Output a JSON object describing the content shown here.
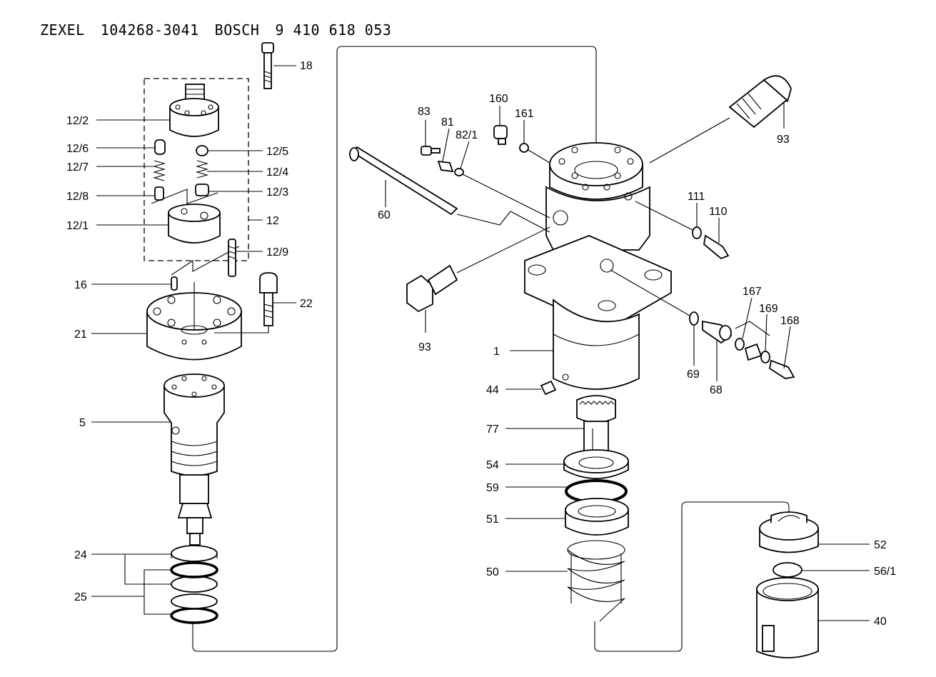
{
  "header": {
    "brand": "ZEXEL",
    "zexel_number": "104268-3041",
    "oem": "BOSCH",
    "oem_number": "9 410 618 053"
  },
  "callouts": {
    "c18": "18",
    "c12_2": "12/2",
    "c12_6": "12/6",
    "c12_7": "12/7",
    "c12_8": "12/8",
    "c12_5": "12/5",
    "c12_4": "12/4",
    "c12_3": "12/3",
    "c12_1": "12/1",
    "c12": "12",
    "c12_9": "12/9",
    "c16": "16",
    "c22": "22",
    "c21": "21",
    "c5": "5",
    "c24": "24",
    "c25": "25",
    "c83": "83",
    "c81": "81",
    "c82_1": "82/1",
    "c160": "160",
    "c161": "161",
    "c93a": "93",
    "c93b": "93",
    "c60": "60",
    "c111": "111",
    "c110": "110",
    "c1": "1",
    "c167": "167",
    "c169": "169",
    "c168": "168",
    "c69": "69",
    "c68": "68",
    "c44": "44",
    "c77": "77",
    "c54": "54",
    "c59": "59",
    "c51": "51",
    "c50": "50",
    "c52": "52",
    "c56_1": "56/1",
    "c40": "40"
  }
}
